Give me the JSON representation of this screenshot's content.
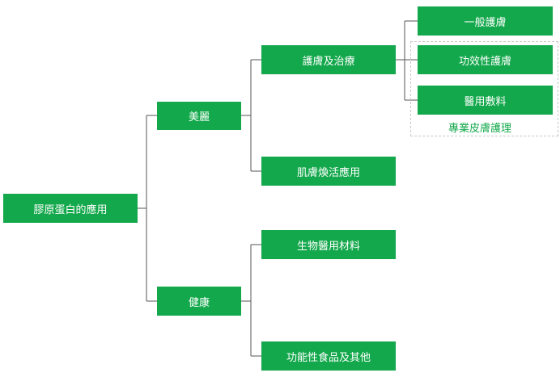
{
  "diagram": {
    "root": "膠原蛋白的應用",
    "level1": {
      "beauty": "美麗",
      "health": "健康"
    },
    "level2": {
      "skin_care_treatment": "護膚及治療",
      "skin_rejuvenation": "肌膚煥活應用",
      "biomedical_materials": "生物醫用材料",
      "functional_food": "功能性食品及其他"
    },
    "level3": {
      "general_care": "一般護膚",
      "functional_care": "功效性護膚",
      "medical_dressing": "醫用敷料"
    },
    "group_label": "專業皮膚護理"
  },
  "colors": {
    "node_fill": "#13a84b",
    "node_text": "#ffffff",
    "connector": "#555555",
    "group_border": "#c8c8c8",
    "group_label": "#13a84b"
  }
}
